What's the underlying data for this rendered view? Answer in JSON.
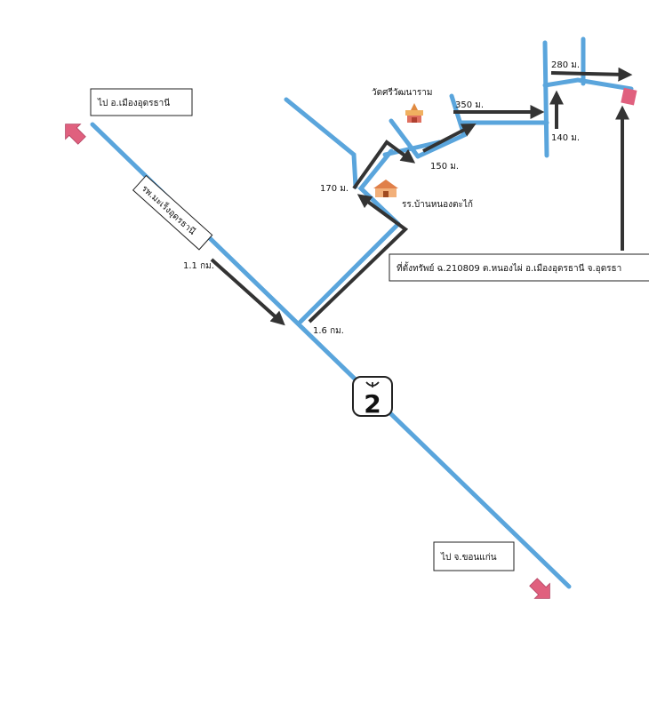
{
  "labels": {
    "to_udon_city": "ไป อ.เมืองอุดรธานี",
    "to_khon_kaen": "ไป จ.ขอนแก่น",
    "hospital": "รพ.มะเร็งอุดรธานี",
    "temple": "วัดศรีวัฒนาราม",
    "school": "รร.บ้านหนองตะไก้",
    "property": "ที่ตั้งทรัพย์ ฉ.210809 ต.หนองไผ่ อ.เมืองอุดรธานี จ.อุดรธา"
  },
  "distances": {
    "d_1_1km": "1.1 กม.",
    "d_1_6km": "1.6 กม.",
    "d_170m": "170 ม.",
    "d_150m": "150 ม.",
    "d_350m": "350 ม.",
    "d_140m": "140 ม.",
    "d_280m": "280 ม."
  },
  "highway": {
    "number": "2"
  },
  "icons": {
    "temple": "temple-icon",
    "school": "school-icon",
    "direction_arrow": "red-arrow-icon",
    "highway_shield": "highway-shield-icon"
  },
  "colors": {
    "road": "#5aa5dc",
    "route": "#333333",
    "direction_arrow": "#e0607e"
  }
}
